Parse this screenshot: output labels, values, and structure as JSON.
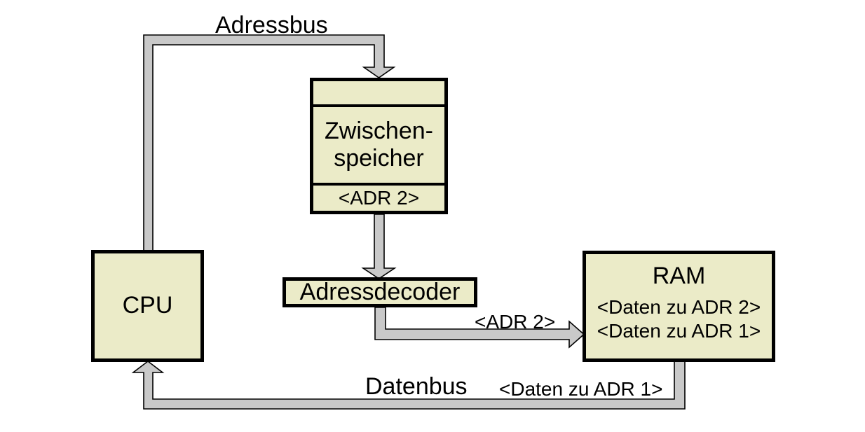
{
  "diagram": {
    "colors": {
      "background": "#ffffff",
      "box-fill": "#ebebc8",
      "bus-fill": "#c9c9c9",
      "border": "#000000",
      "text": "#000000"
    },
    "bus_labels": {
      "adressbus": "Adressbus",
      "datenbus": "Datenbus",
      "adr2": "<ADR 2>",
      "daten_zu_adr1": "<Daten zu ADR 1>"
    },
    "cpu": {
      "label": "CPU"
    },
    "zwischenspeicher": {
      "line1": "Zwischen-",
      "line2": "speicher",
      "slot": "<ADR 2>"
    },
    "adressdecoder": {
      "label": "Adressdecoder"
    },
    "ram": {
      "title": "RAM",
      "rows": [
        "<Daten zu ADR 2>",
        "<Daten zu ADR 1>"
      ]
    }
  }
}
